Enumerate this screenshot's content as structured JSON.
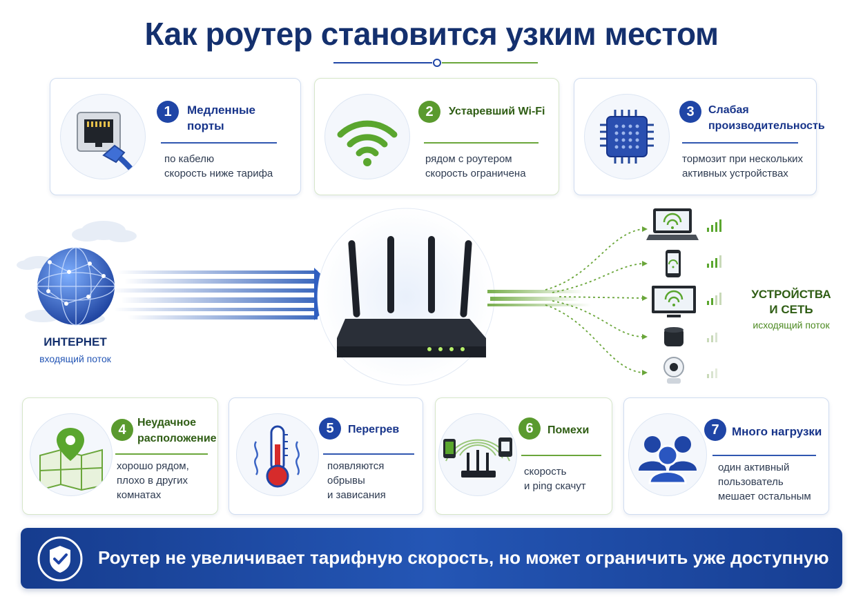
{
  "title": "Как роутер становится узким местом",
  "internet": {
    "title": "ИНТЕРНЕТ",
    "subtitle": "входящий поток"
  },
  "devices": {
    "title_line1": "УСТРОЙСТВА",
    "title_line2": "И СЕТЬ",
    "subtitle": "исходящий поток"
  },
  "top_cards": [
    {
      "number": "1",
      "title_line1": "Медленные",
      "title_line2": "порты",
      "desc_line1": "по кабелю",
      "desc_line2": "скорость ниже тарифа",
      "icon": "ethernet-port-icon"
    },
    {
      "number": "2",
      "title_line1": "Устаревший Wi-Fi",
      "title_line2": "",
      "desc_line1": "рядом с роутером",
      "desc_line2": "скорость ограничена",
      "icon": "wifi-icon"
    },
    {
      "number": "3",
      "title_line1": "Слабая",
      "title_line2": "производительность",
      "desc_line1": "тормозит при нескольких",
      "desc_line2": "активных устройствах",
      "icon": "cpu-chip-icon"
    }
  ],
  "bottom_cards": [
    {
      "number": "4",
      "title_line1": "Неудачное",
      "title_line2": "расположение",
      "desc_line1": "хорошо рядом,",
      "desc_line2": "плохо в других",
      "desc_line3": "комнатах",
      "icon": "map-pin-icon"
    },
    {
      "number": "5",
      "title_line1": "Перегрев",
      "title_line2": "",
      "desc_line1": "появляются",
      "desc_line2": "обрывы",
      "desc_line3": "и зависания",
      "icon": "thermometer-icon"
    },
    {
      "number": "6",
      "title_line1": "Помехи",
      "title_line2": "",
      "desc_line1": "скорость",
      "desc_line2": "и ping скачут",
      "desc_line3": "",
      "icon": "interference-icon"
    },
    {
      "number": "7",
      "title_line1": "Много нагрузки",
      "title_line2": "",
      "desc_line1": "один активный",
      "desc_line2": "пользователь",
      "desc_line3": "мешает остальным",
      "icon": "users-icon"
    }
  ],
  "banner": {
    "text": "Роутер не увеличивает тарифную скорость, но может ограничить уже доступную",
    "icon": "shield-check-icon"
  },
  "colors": {
    "navy": "#14306e",
    "blue": "#2456b5",
    "green": "#5a9a2e"
  }
}
